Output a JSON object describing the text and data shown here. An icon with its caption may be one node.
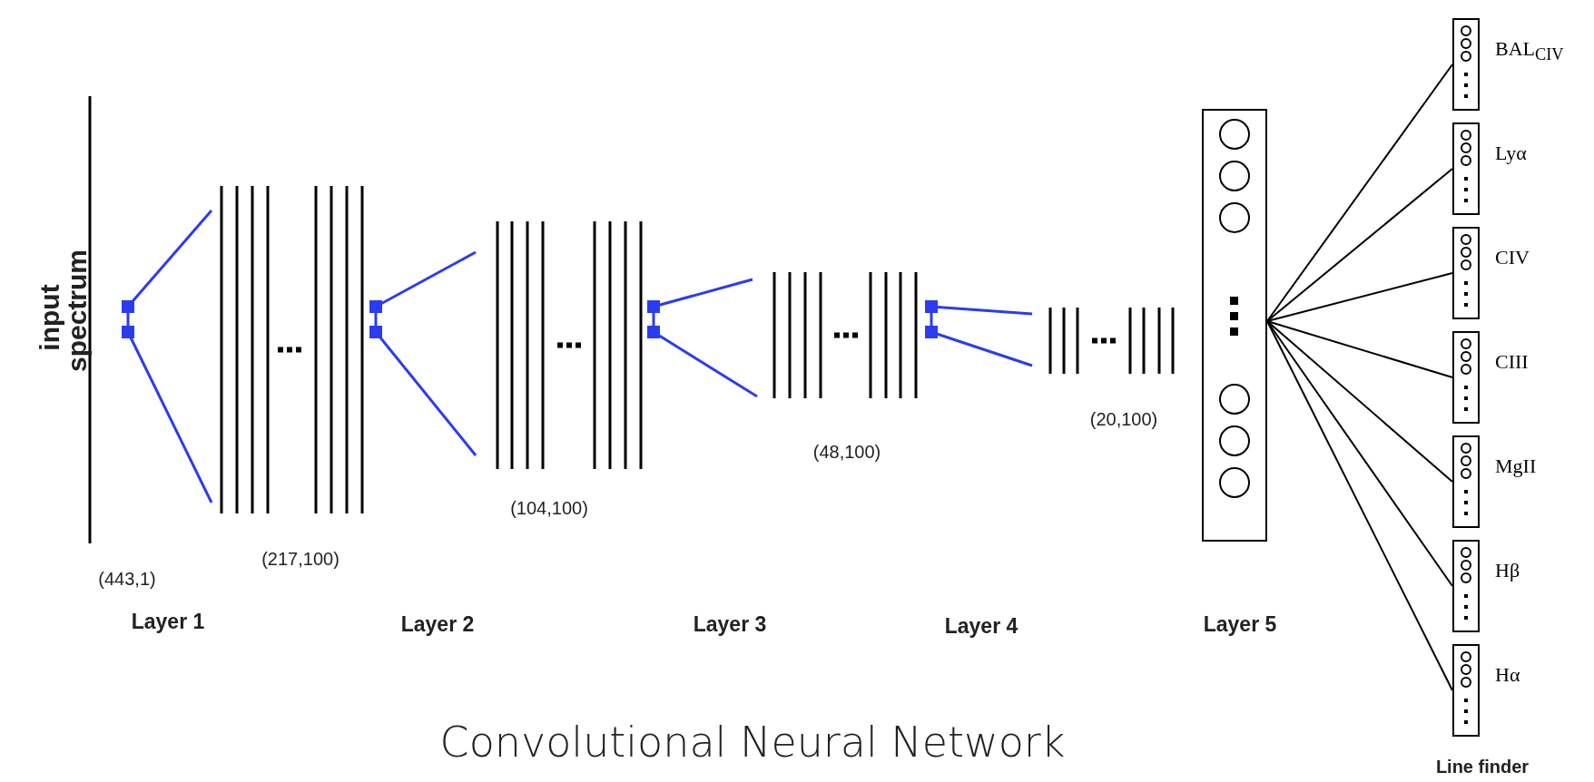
{
  "diagram": {
    "caption": "Convolutional Neural Network",
    "nodes": [
      {
        "text": [],
        "shape": "box"
      },
      {
        "text": [],
        "shape": "box",
        "beside": [
          "BAL$_{CIV}$"
        ]
      },
      {
        "text": [],
        "shape": "box",
        "beside": [
          "Lyα"
        ]
      },
      {
        "text": [],
        "shape": "box",
        "beside": [
          "CIV"
        ]
      },
      {
        "text": [],
        "shape": "box",
        "beside": [
          "CIII"
        ]
      },
      {
        "text": [],
        "shape": "box",
        "beside": [
          "MgII"
        ]
      },
      {
        "text": [],
        "shape": "box",
        "beside": [
          "Hβ"
        ]
      },
      {
        "text": [],
        "shape": "box",
        "beside": [
          "Hα"
        ]
      }
    ],
    "edges": [
      {
        "from": 0,
        "to": 1,
        "arrow": "none"
      },
      {
        "from": 0,
        "to": 2,
        "arrow": "none"
      },
      {
        "from": 0,
        "to": 3,
        "arrow": "none"
      },
      {
        "from": 0,
        "to": 4,
        "arrow": "none"
      },
      {
        "from": 0,
        "to": 5,
        "arrow": "none"
      },
      {
        "from": 0,
        "to": 6,
        "arrow": "none"
      },
      {
        "from": 0,
        "to": 7,
        "arrow": "none"
      }
    ],
    "labels": [
      "input spectrum",
      "(443,1)",
      "(217,100)",
      "(104,100)",
      "(48,100)",
      "(20,100)",
      "Layer 1",
      "Layer 2",
      "Layer 3",
      "Layer 4",
      "Layer 5",
      "Line finder"
    ]
  }
}
